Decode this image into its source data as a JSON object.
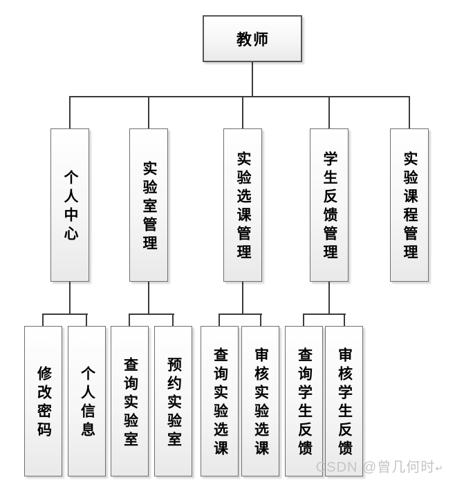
{
  "diagram": {
    "root": {
      "label": "教师"
    },
    "level2": [
      {
        "label": "个人中心",
        "children": [
          "修改密码",
          "个人信息"
        ]
      },
      {
        "label": "实验室管理",
        "children": [
          "查询实验室",
          "预约实验室"
        ]
      },
      {
        "label": "实验选课管理",
        "children": [
          "查询实验选课",
          "审核实验选课"
        ]
      },
      {
        "label": "学生反馈管理",
        "children": [
          "查询学生反馈",
          "审核学生反馈"
        ]
      },
      {
        "label": "实验课程管理",
        "children": []
      }
    ]
  },
  "watermark": {
    "text": "CSDN @曾几何时",
    "suffix": "↵"
  },
  "colors": {
    "background": "#ffffff",
    "box_border": "#6e6e6e",
    "box_fill_top": "#ffffff",
    "box_fill_bottom": "#e9e9e9",
    "connector_line": "#3a3a3a",
    "text": "#000000",
    "watermark_text": "#c5c5c5"
  }
}
